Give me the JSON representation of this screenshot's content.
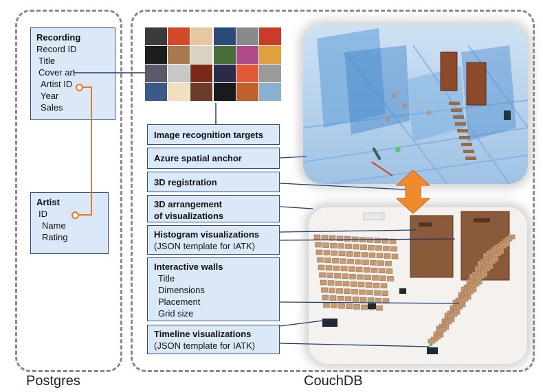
{
  "regions": {
    "left_label": "Postgres",
    "right_label": "CouchDB"
  },
  "recording": {
    "title": "Recording",
    "fields": [
      "Record ID",
      "Title",
      "Cover art",
      "Artist ID",
      "Year",
      "Sales"
    ]
  },
  "artist": {
    "title": "Artist",
    "fields": [
      "ID",
      "Name",
      "Rating"
    ]
  },
  "couch_boxes": {
    "image_recognition": "Image recognition targets",
    "azure_anchor": "Azure spatial anchor",
    "registration": "3D registration",
    "arrangement_line1": "3D arrangement",
    "arrangement_line2": "of visualizations",
    "histogram_title": "Histogram visualizations",
    "histogram_note": "(JSON template for IATK)",
    "walls_title": "Interactive walls",
    "walls_items": [
      "Title",
      "Dimensions",
      "Placement",
      "Grid size"
    ],
    "timeline_title": "Timeline visualizations",
    "timeline_note": "(JSON template for IATK)"
  },
  "colors": {
    "box_fill": "#dbe8f7",
    "box_border": "#2e4d8f",
    "connector_orange": "#e87722",
    "dashed_border": "#8a8a8a"
  }
}
